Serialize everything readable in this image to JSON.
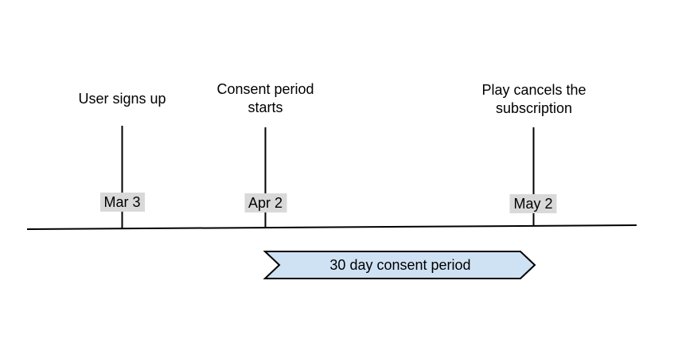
{
  "diagram": {
    "type": "timeline",
    "background": "#ffffff",
    "axis_color": "#000000",
    "text_color": "#000000",
    "badge_bg": "#d9d9d9",
    "events": [
      {
        "label": "User signs up",
        "date": "Mar 3"
      },
      {
        "label": "Consent period starts",
        "date": "Apr 2"
      },
      {
        "label": "Play cancels the subscription",
        "date": "May 2"
      }
    ],
    "banner": {
      "label": "30 day consent period",
      "fill": "#cfe2f3",
      "border": "#000000",
      "start_date": "Apr 2",
      "end_date": "May 2"
    }
  }
}
